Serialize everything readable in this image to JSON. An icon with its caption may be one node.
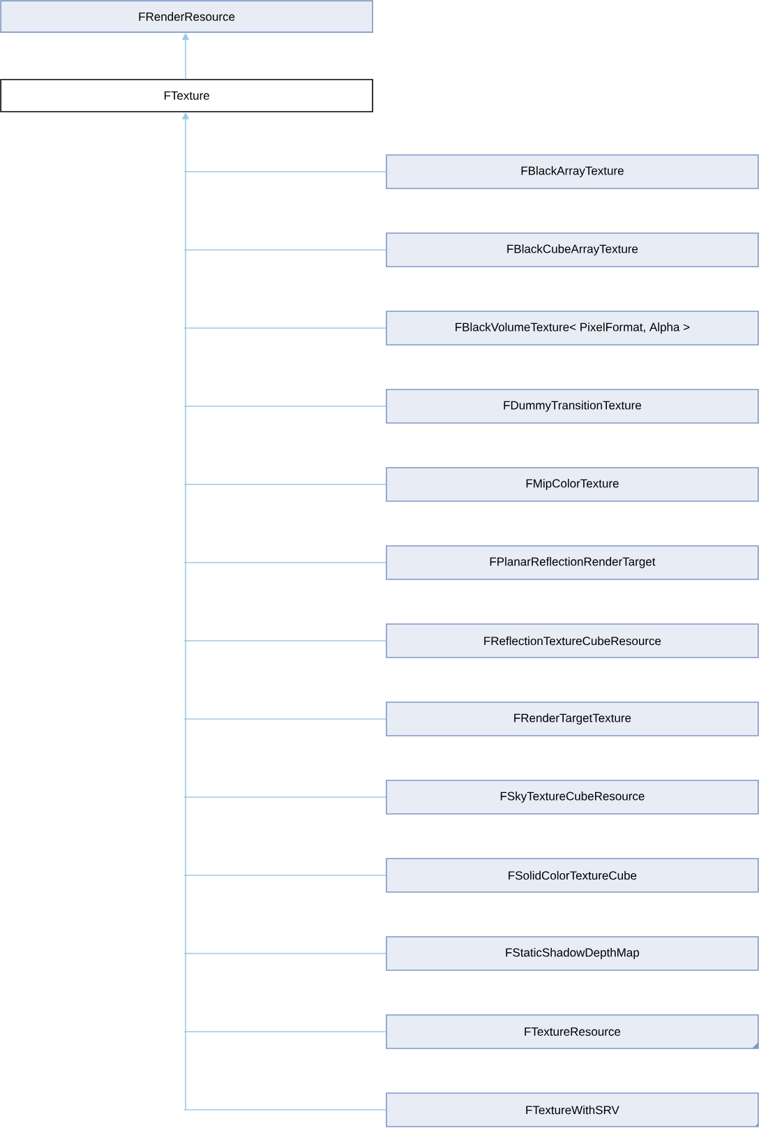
{
  "diagram": {
    "nodes": [
      {
        "text": [
          "FRenderResource"
        ]
      },
      {
        "text": [
          "FTexture"
        ]
      },
      {
        "text": [
          "FBlackArrayTexture"
        ]
      },
      {
        "text": [
          "FBlackCubeArrayTexture"
        ]
      },
      {
        "text": [
          "FBlackVolumeTexture< PixelFormat, Alpha >"
        ]
      },
      {
        "text": [
          "FDummyTransitionTexture"
        ]
      },
      {
        "text": [
          "FMipColorTexture"
        ]
      },
      {
        "text": [
          "FPlanarReflectionRenderTarget"
        ]
      },
      {
        "text": [
          "FReflectionTextureCubeResource"
        ]
      },
      {
        "text": [
          "FRenderTargetTexture"
        ]
      },
      {
        "text": [
          "FSkyTextureCubeResource"
        ]
      },
      {
        "text": [
          "FSolidColorTextureCube"
        ]
      },
      {
        "text": [
          "FStaticShadowDepthMap"
        ]
      },
      {
        "text": [
          "FTextureResource"
        ]
      },
      {
        "text": [
          "FTextureWithSRV"
        ]
      }
    ],
    "edges": [
      {
        "from": 1,
        "to": 0,
        "arrow": "to"
      },
      {
        "from": 2,
        "to": 1,
        "arrow": "to"
      },
      {
        "from": 3,
        "to": 1,
        "arrow": "to"
      },
      {
        "from": 4,
        "to": 1,
        "arrow": "to"
      },
      {
        "from": 5,
        "to": 1,
        "arrow": "to"
      },
      {
        "from": 6,
        "to": 1,
        "arrow": "to"
      },
      {
        "from": 7,
        "to": 1,
        "arrow": "to"
      },
      {
        "from": 8,
        "to": 1,
        "arrow": "to"
      },
      {
        "from": 9,
        "to": 1,
        "arrow": "to"
      },
      {
        "from": 10,
        "to": 1,
        "arrow": "to"
      },
      {
        "from": 11,
        "to": 1,
        "arrow": "to"
      },
      {
        "from": 12,
        "to": 1,
        "arrow": "to"
      },
      {
        "from": 13,
        "to": 1,
        "arrow": "to"
      },
      {
        "from": 14,
        "to": 1,
        "arrow": "to"
      }
    ]
  }
}
